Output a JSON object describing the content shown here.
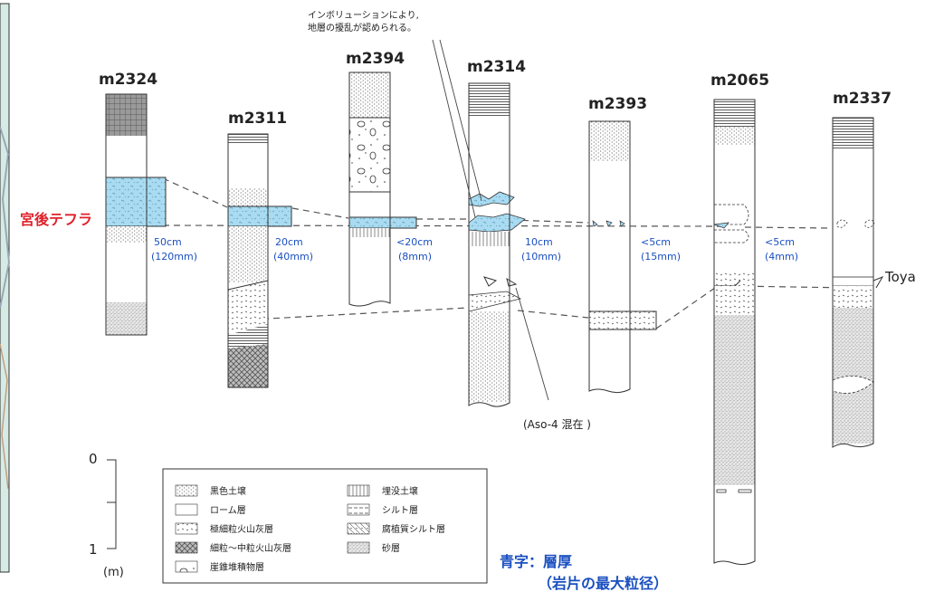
{
  "columns": [
    {
      "id": "m2324",
      "label": "m2324",
      "thickness": "50cm",
      "max_grain": "(120mm)"
    },
    {
      "id": "m2311",
      "label": "m2311",
      "thickness": "20cm",
      "max_grain": "(40mm)"
    },
    {
      "id": "m2394",
      "label": "m2394",
      "thickness": "<20cm",
      "max_grain": "(8mm)"
    },
    {
      "id": "m2314",
      "label": "m2314",
      "thickness": "10cm",
      "max_grain": "(10mm)"
    },
    {
      "id": "m2393",
      "label": "m2393",
      "thickness": "<5cm",
      "max_grain": "(15mm)"
    },
    {
      "id": "m2065",
      "label": "m2065",
      "thickness": "<5cm",
      "max_grain": "(4mm)"
    },
    {
      "id": "m2337",
      "label": "m2337",
      "thickness": "",
      "max_grain": ""
    }
  ],
  "tephra_label": "宮後テフラ",
  "toya_label": "Toya",
  "annotation_top": [
    "インボリューションにより,",
    "地層の擾乱が認められる。"
  ],
  "annotation_bottom": "(Aso-4 混在 )",
  "scale": {
    "top": "0",
    "bottom": "1",
    "unit": "(m)"
  },
  "legend": [
    {
      "pattern": "dots",
      "label": "黒色土壌"
    },
    {
      "pattern": "blank",
      "label": "ローム層"
    },
    {
      "pattern": "dash",
      "label": "極細粒火山灰層"
    },
    {
      "pattern": "cross",
      "label": "細粒～中粒火山灰層"
    },
    {
      "pattern": "rock",
      "label": "崖錐堆積物層"
    },
    {
      "pattern": "vlines",
      "label": "埋没土壌"
    },
    {
      "pattern": "silt",
      "label": "シルト層"
    },
    {
      "pattern": "humic",
      "label": "腐植質シルト層"
    },
    {
      "pattern": "sand",
      "label": "砂層"
    }
  ],
  "note": {
    "line1": "青字：層厚",
    "line2": "（岩片の最大粒径）"
  },
  "colors": {
    "tephra": "#a9dcf2",
    "blue_text": "#1a4fc0",
    "red_text": "#e0202a",
    "ink": "#222222"
  }
}
